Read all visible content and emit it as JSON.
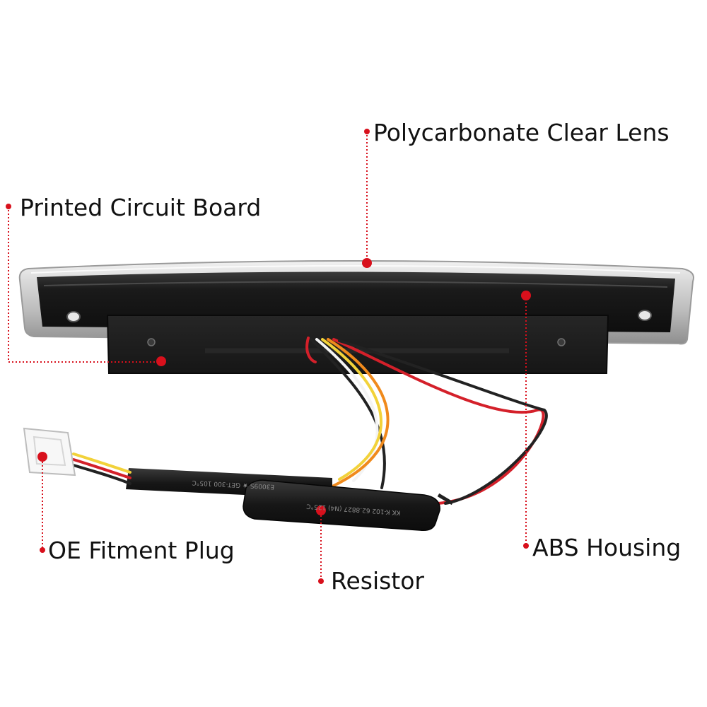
{
  "callouts": {
    "lens": "Polycarbonate Clear Lens",
    "pcb": "Printed Circuit Board",
    "plug": "OE Fitment Plug",
    "resistor": "Resistor",
    "abs": "ABS Housing"
  },
  "product_print": {
    "harness_print": "E3009S ★ GET-300 105°C",
    "resistor_print": "KK K-102 62.8827 (N4) 125°C"
  },
  "colors": {
    "pointer_dot": "#d8101c",
    "leader_line": "#d8101c",
    "housing": "#1b1b1b",
    "wire_red": "#d4202a",
    "wire_yellow": "#f2d23a",
    "wire_orange": "#f08a1c",
    "wire_black": "#222222",
    "wire_white": "#f4f4f4"
  }
}
